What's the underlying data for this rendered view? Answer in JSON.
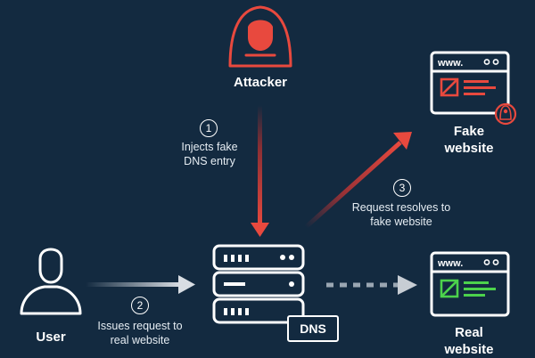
{
  "nodes": {
    "attacker": "Attacker",
    "user": "User",
    "fake_website": [
      "Fake",
      "website"
    ],
    "real_website": [
      "Real",
      "website"
    ],
    "dns": "DNS"
  },
  "browser": {
    "address": "www."
  },
  "steps": [
    {
      "number": "1",
      "lines": [
        "Injects fake",
        "DNS entry"
      ]
    },
    {
      "number": "2",
      "lines": [
        "Issues request to",
        "real website"
      ]
    },
    {
      "number": "3",
      "lines": [
        "Request resolves to",
        "fake website"
      ]
    }
  ],
  "colors": {
    "background": "#132a40",
    "attack": "#e8493e",
    "legit": "#4cd24c",
    "line": "#ffffff",
    "dashed": "#9aa6b2"
  }
}
